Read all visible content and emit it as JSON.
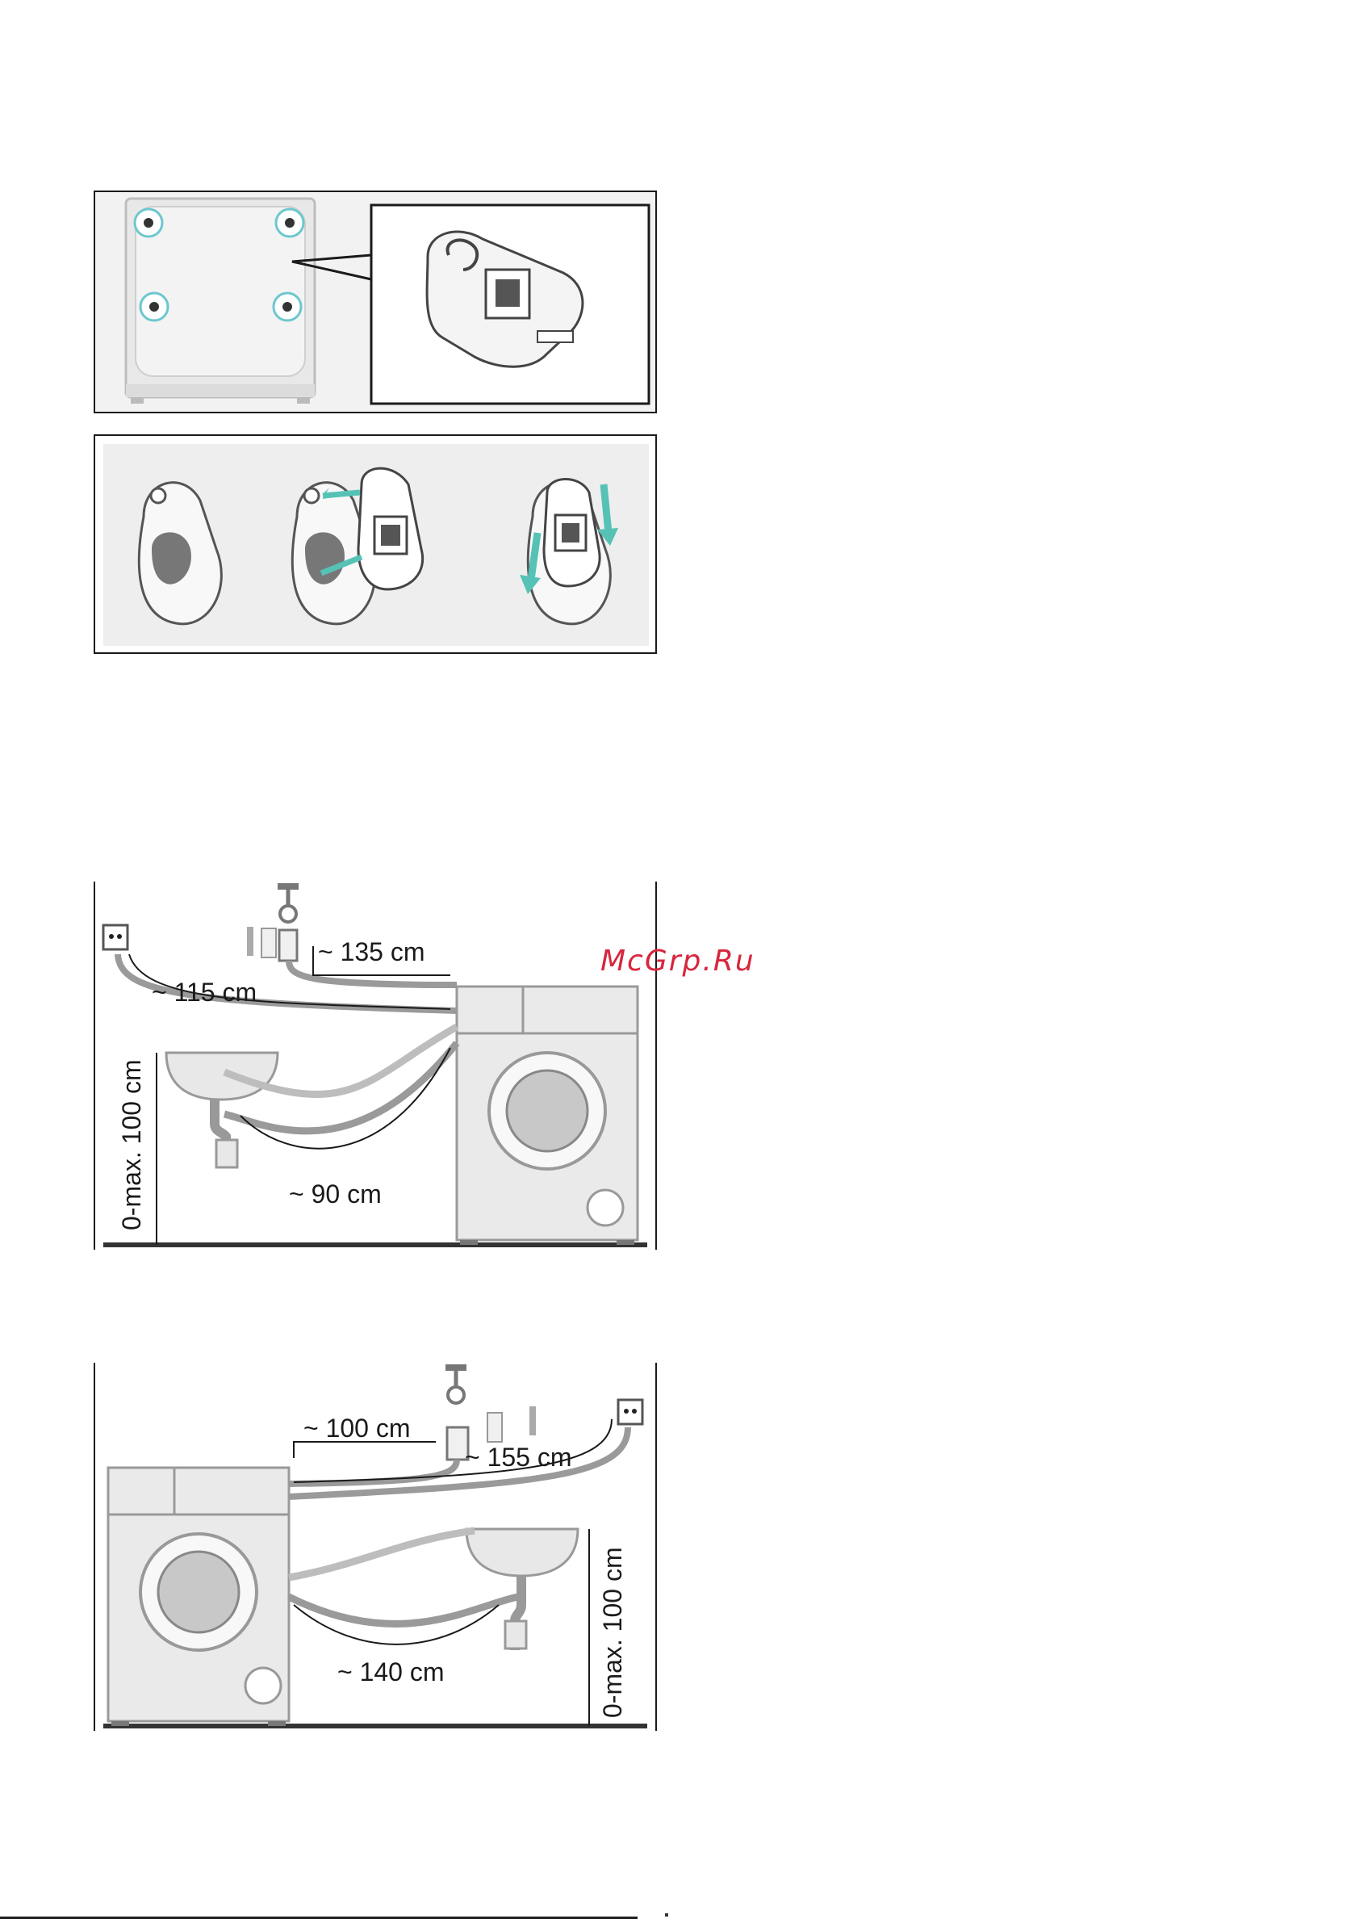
{
  "watermark": {
    "text": "McGrp.Ru",
    "color": "#d7263d"
  },
  "colors": {
    "accent": "#6cc7cf",
    "arrow_teal": "#56c2b6",
    "machine_gray": "#e6e6e6"
  },
  "panels": {
    "back_panel": {
      "icons": [
        "washer-back-icon",
        "transport-cap-icon",
        "magnifier-callout-icon"
      ]
    },
    "caps_steps": {
      "icons": [
        "cover-plate-icon",
        "cap-insert-icon",
        "cap-press-icon"
      ]
    },
    "left_setup": {
      "dim_water_inlet": "~ 135 cm",
      "dim_power_cable": "~ 115 cm",
      "dim_drain_hose": "~ 90 cm",
      "dim_height": "0-max. 100 cm"
    },
    "right_setup": {
      "dim_water_inlet": "~ 100 cm",
      "dim_power_cable": "~ 155 cm",
      "dim_drain_hose": "~ 140 cm",
      "dim_height": "0-max. 100 cm"
    }
  }
}
